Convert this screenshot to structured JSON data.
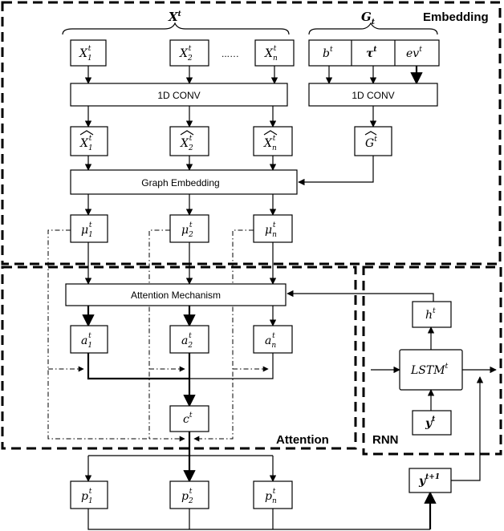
{
  "regions": {
    "embedding": "Embedding",
    "attention": "Attention",
    "rnn": "RNN"
  },
  "headers": {
    "x_group": "X",
    "x_group_sup": "t",
    "g_group": "G",
    "g_group_sub": "t"
  },
  "inputs": {
    "x1": {
      "base": "X",
      "sub": "1",
      "sup": "t"
    },
    "x2": {
      "base": "X",
      "sub": "2",
      "sup": "t"
    },
    "xn": {
      "base": "X",
      "sub": "n",
      "sup": "t"
    },
    "ellipsis": "...…",
    "b": {
      "base": "b",
      "sup": "t"
    },
    "tau": {
      "base": "τ",
      "sup": "t"
    },
    "ev": {
      "base": "ev",
      "sup": "t"
    }
  },
  "blocks": {
    "conv_left": "1D CONV",
    "conv_right": "1D CONV",
    "graph_embedding": "Graph Embedding",
    "attention_mechanism": "Attention Mechanism"
  },
  "conv_outputs": {
    "x1": {
      "base": "X",
      "sub": "1",
      "sup": "t"
    },
    "x2": {
      "base": "X",
      "sub": "2",
      "sup": "t"
    },
    "xn": {
      "base": "X",
      "sub": "n",
      "sup": "t"
    },
    "g": {
      "base": "G",
      "sup": "t"
    }
  },
  "embeddings": {
    "mu1": {
      "base": "μ",
      "sub": "1",
      "sup": "t"
    },
    "mu2": {
      "base": "μ",
      "sub": "2",
      "sup": "t"
    },
    "mun": {
      "base": "μ",
      "sub": "n",
      "sup": "t"
    }
  },
  "attention_weights": {
    "a1": {
      "base": "a",
      "sub": "1",
      "sup": "t"
    },
    "a2": {
      "base": "a",
      "sub": "2",
      "sup": "t"
    },
    "an": {
      "base": "a",
      "sub": "n",
      "sup": "t"
    }
  },
  "context": {
    "base": "c",
    "sup": "t"
  },
  "outputs": {
    "p1": {
      "base": "p",
      "sub": "1",
      "sup": "t"
    },
    "p2": {
      "base": "p",
      "sub": "2",
      "sup": "t"
    },
    "pn": {
      "base": "p",
      "sub": "n",
      "sup": "t"
    }
  },
  "rnn": {
    "h": {
      "base": "h",
      "sup": "t"
    },
    "lstm": {
      "base": "LSTM",
      "sup": "t"
    },
    "y": {
      "base": "y",
      "sup": "t"
    },
    "ynext": {
      "base": "y",
      "sup": "t+1"
    }
  }
}
